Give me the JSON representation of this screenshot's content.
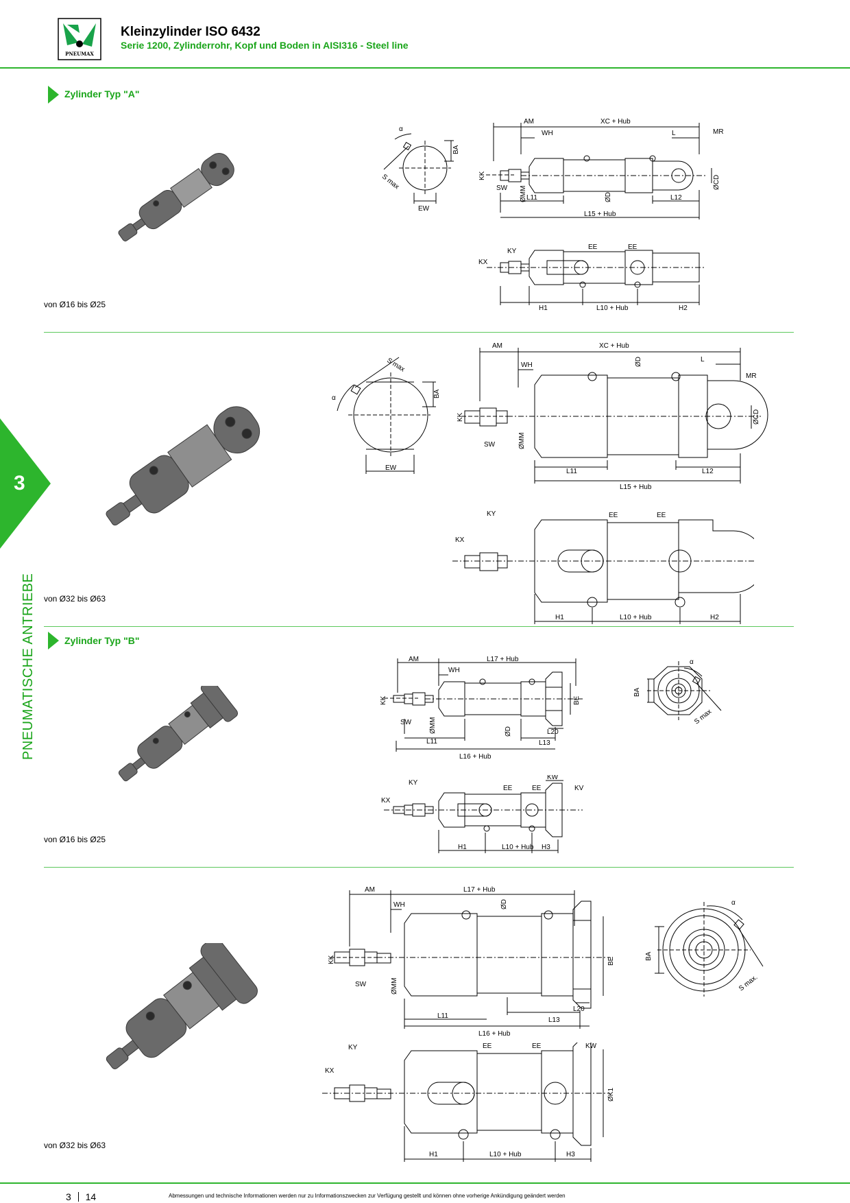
{
  "header": {
    "title": "Kleinzylinder ISO 6432",
    "subtitle": "Serie 1200, Zylinderrohr, Kopf und Boden in AISI316 - Steel line",
    "logo_text": "PNEUMAX"
  },
  "side": {
    "chapter": "3",
    "label": "PNEUMATISCHE ANTRIEBE"
  },
  "sections": [
    {
      "title": "Zylinder Typ \"A\""
    },
    {
      "title": "Zylinder Typ \"B\""
    }
  ],
  "ranges": {
    "a_small": "von Ø16 bis Ø25",
    "a_large": "von Ø32 bis Ø63",
    "b_small": "von Ø16 bis Ø25",
    "b_large": "von Ø32 bis Ø63"
  },
  "labels": {
    "alpha": "α",
    "s_max": "S max",
    "s_max_dot": "S max.",
    "ba": "BA",
    "ew": "EW",
    "am": "AM",
    "wh": "WH",
    "xc_hub": "XC + Hub",
    "l": "L",
    "mr": "MR",
    "kk": "KK",
    "sw": "SW",
    "omm": "ØMM",
    "od": "ØD",
    "ocd": "ØCD",
    "l11": "L11",
    "l12": "L12",
    "l15_hub": "L15 + Hub",
    "ky": "KY",
    "kx": "KX",
    "ee": "EE",
    "h1": "H1",
    "h2": "H2",
    "h3": "H3",
    "l10_hub": "L10 + Hub",
    "l17_hub": "L17 + Hub",
    "be": "BE",
    "l20": "L20",
    "l13": "L13",
    "l16_hub": "L16 + Hub",
    "kw": "KW",
    "kv": "KV",
    "ok1": "ØK1"
  },
  "footer": {
    "page_left": "3",
    "page_right": "14",
    "note": "Abmessungen und technische Informationen werden nur zu Informationszwecken zur Verfügung gestellt und können ohne vorherige Ankündigung geändert werden"
  },
  "colors": {
    "brand_green": "#1aa51a"
  }
}
